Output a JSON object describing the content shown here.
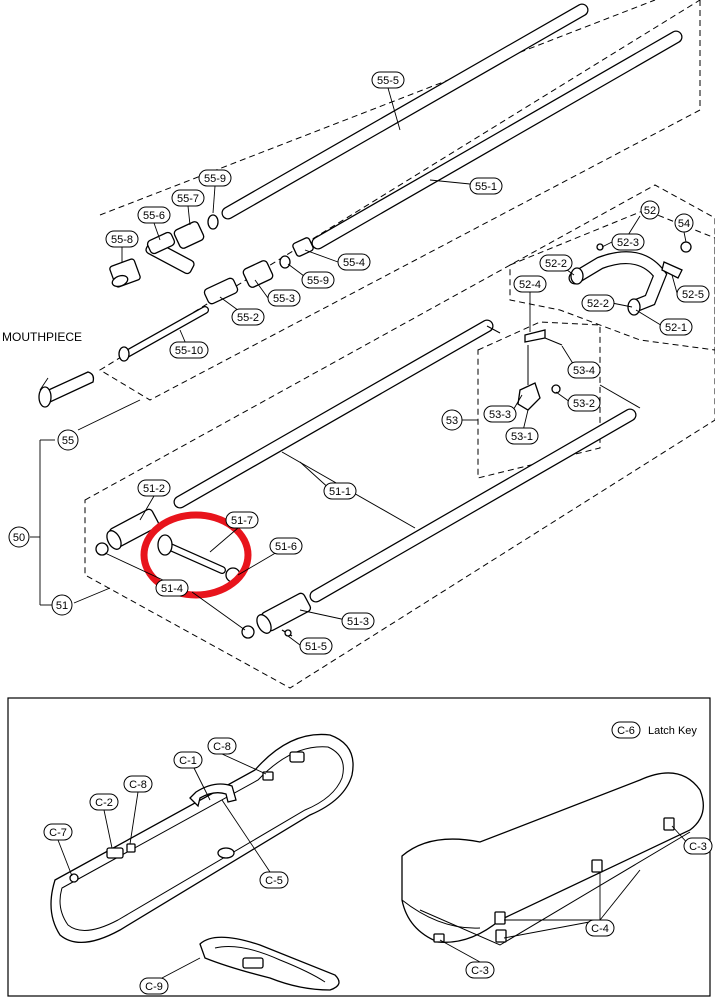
{
  "upper_labels": {
    "l55_5": "55-5",
    "l55_1": "55-1",
    "l55_9a": "55-9",
    "l55_7": "55-7",
    "l55_6": "55-6",
    "l55_8": "55-8",
    "l55_4": "55-4",
    "l55_9b": "55-9",
    "l55_3": "55-3",
    "l55_2": "55-2",
    "l55_10": "55-10",
    "l52": "52",
    "l54": "54",
    "l52_3": "52-3",
    "l52_2a": "52-2",
    "l52_4": "52-4",
    "l52_5": "52-5",
    "l52_2b": "52-2",
    "l52_1": "52-1",
    "l53_4": "53-4",
    "l53": "53",
    "l53_3": "53-3",
    "l53_2": "53-2",
    "l53_1": "53-1",
    "mouthpiece": "MOUTHPIECE",
    "l55": "55",
    "l50": "50",
    "l51": "51",
    "l51_2": "51-2",
    "l51_7": "51-7",
    "l51_1": "51-1",
    "l51_6": "51-6",
    "l51_4": "51-4",
    "l51_3": "51-3",
    "l51_5": "51-5"
  },
  "case_labels": {
    "c6": "C-6",
    "latch_key": "Latch Key",
    "c8a": "C-8",
    "c1": "C-1",
    "c8b": "C-8",
    "c2": "C-2",
    "c7": "C-7",
    "c5": "C-5",
    "c9": "C-9",
    "c3a": "C-3",
    "c4": "C-4",
    "c3b": "C-3"
  },
  "colors": {
    "highlight": "#e8141c",
    "line": "#000000"
  }
}
